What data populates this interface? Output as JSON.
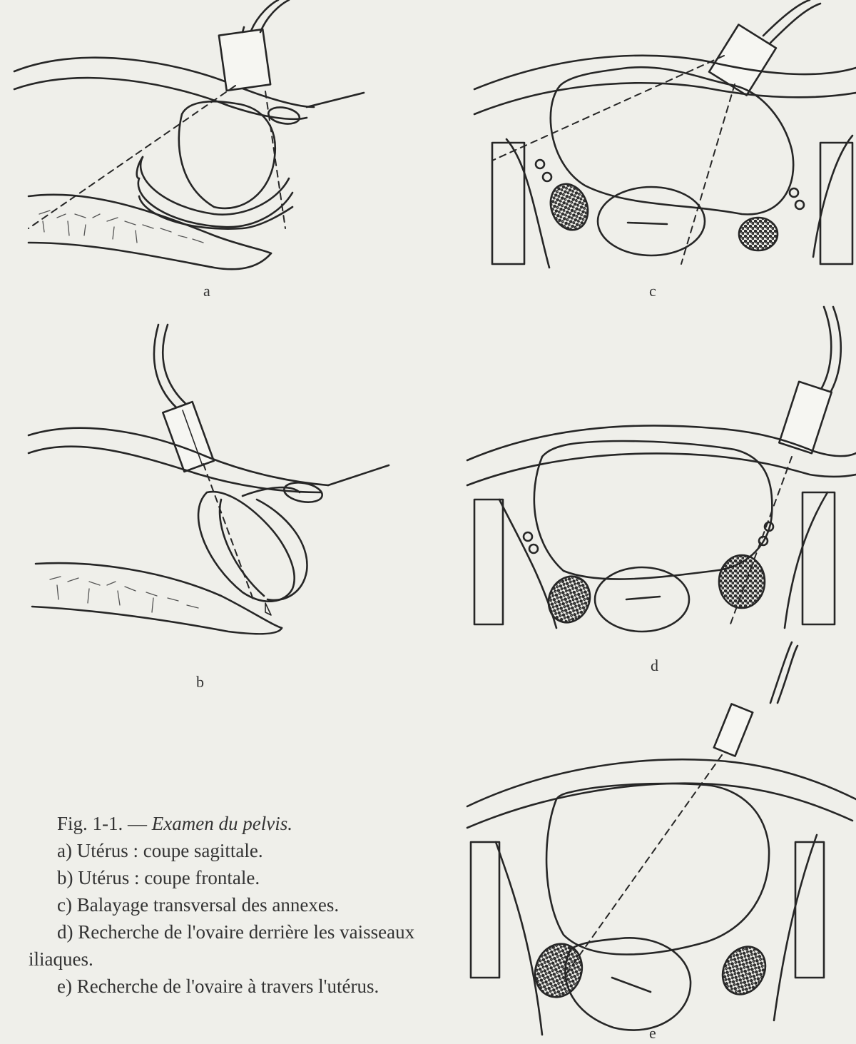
{
  "panels": [
    {
      "id": "a",
      "label": "a"
    },
    {
      "id": "b",
      "label": "b"
    },
    {
      "id": "c",
      "label": "c"
    },
    {
      "id": "d",
      "label": "d"
    },
    {
      "id": "e",
      "label": "e"
    }
  ],
  "caption": {
    "fig_number": "Fig. 1-1. —",
    "title": "Examen du pelvis.",
    "items": [
      "a) Utérus : coupe sagittale.",
      "b) Utérus : coupe frontale.",
      "c) Balayage transversal des annexes.",
      "d) Recherche de l'ovaire derrière les vaisseaux iliaques.",
      "e) Recherche de l'ovaire à travers l'utérus."
    ]
  }
}
